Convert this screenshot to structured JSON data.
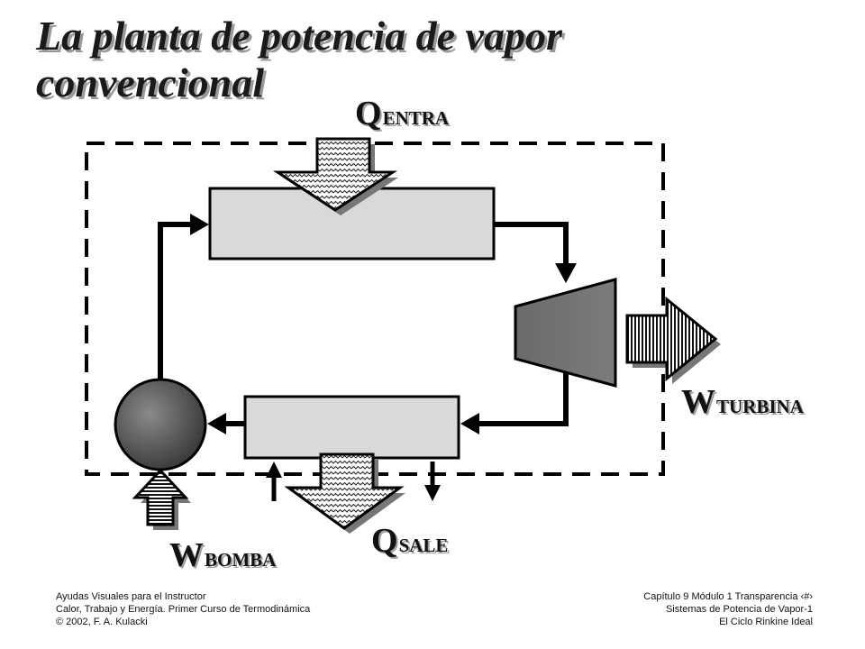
{
  "title": {
    "line1": "La planta de potencia de vapor",
    "line2": "convencional"
  },
  "labels": {
    "q_entra": {
      "main": "Q",
      "sub": "ENTRA"
    },
    "q_sale": {
      "main": "Q",
      "sub": "SALE"
    },
    "w_turbina": {
      "main": "W",
      "sub": "TURBINA"
    },
    "w_bomba": {
      "main": "W",
      "sub": "BOMBA"
    }
  },
  "footer": {
    "left": [
      "Ayudas Visuales para el Instructor",
      "Calor, Trabajo y Energía. Primer Curso de Termodinámica",
      "© 2002, F. A. Kulacki"
    ],
    "right": [
      "Capítulo 9 Módulo 1 Transparencia",
      "Sistemas de Potencia de Vapor-1",
      "El Ciclo Rinkine Ideal"
    ],
    "slide_number": "‹#›"
  },
  "colors": {
    "component_fill": "#d9d9d9",
    "turbine_fill": "#6e6e6e",
    "pump_fill": "#555555",
    "line": "#000000"
  }
}
